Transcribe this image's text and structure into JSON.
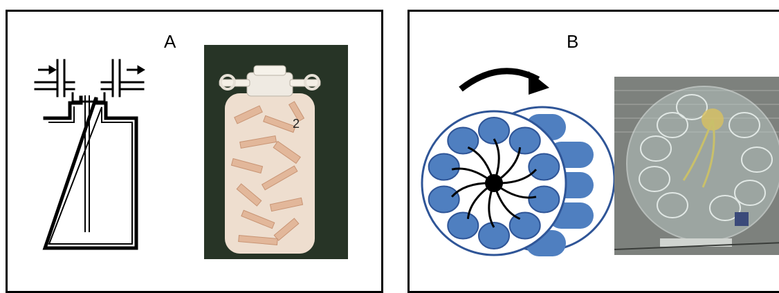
{
  "panels": [
    {
      "label": "A",
      "schematic": "bottle-with-inlet-outlet-ports",
      "photo": "jar-with-wood-chips",
      "photo_marking": "2"
    },
    {
      "label": "B",
      "schematic": "rotating-carousel-of-vials",
      "photo": "carousel-in-incubator",
      "rotation_arrow": "clockwise"
    }
  ],
  "colors": {
    "vial_fill": "#4f7fc0",
    "vial_stroke": "#2f5597",
    "hub": "#000000",
    "photo_a_bg": "#1e2a1e",
    "photo_b_bg": "#8a8e8a"
  }
}
